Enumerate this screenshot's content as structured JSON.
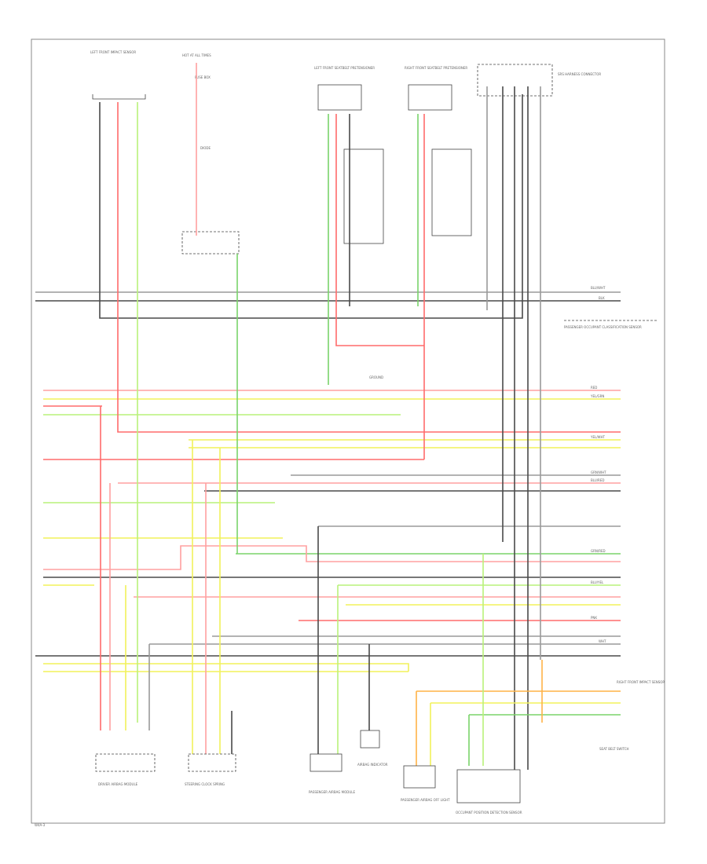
{
  "page": {
    "background": "#ffffff",
    "frame_color": "#888888",
    "footer_code": "W4A-3"
  },
  "colors": {
    "red": "#ff6b6b",
    "pink": "#ffa0a0",
    "green": "#7ad36a",
    "yellow": "#f2f25a",
    "lightgreen": "#b9f27a",
    "black": "#4a4a4a",
    "gray": "#9a9a9a",
    "orange": "#ffb347"
  },
  "components": {
    "lh_front_impact": "LEFT FRONT IMPACT SENSOR",
    "hot_at_all_times": "HOT AT ALL TIMES",
    "fuse_box": "FUSE BOX",
    "diode_fuse": "DIODE",
    "lh_front_seatbelt": "LEFT FRONT SEATBELT PRETENSIONER",
    "rh_front_seatbelt": "RIGHT FRONT SEATBELT PRETENSIONER",
    "srs_harness_connector": "SRS HARNESS CONNECTOR",
    "passenger_occupant": "PASSENGER OCCUPANT CLASSIFICATION SENSOR",
    "ground_point": "GROUND",
    "driver_airbag": "DRIVER AIRBAG MODULE",
    "steering_clock": "STEERING CLOCK SPRING",
    "passenger_airbag": "PASSENGER AIRBAG MODULE",
    "indicator_light": "AIRBAG INDICATOR",
    "passenger_airbag_off": "PASSENGER AIRBAG OFF LIGHT",
    "occupant_position": "OCCUPANT POSITION DETECTION SENSOR",
    "front_impact_rh": "RIGHT FRONT IMPACT SENSOR",
    "rear_seat": "SEAT BELT SWITCH"
  },
  "wire_labels": {
    "blu_wht": "BLU/WHT",
    "blk": "BLK",
    "red": "RED",
    "yel_grn": "YEL/GRN",
    "yel_wht": "YEL/WHT",
    "grn_wht": "GRN/WHT",
    "blu_red": "BLU/RED",
    "grn_red": "GRN/RED",
    "blu_yel": "BLU/YEL",
    "pnk": "PNK",
    "wht": "WHT"
  }
}
